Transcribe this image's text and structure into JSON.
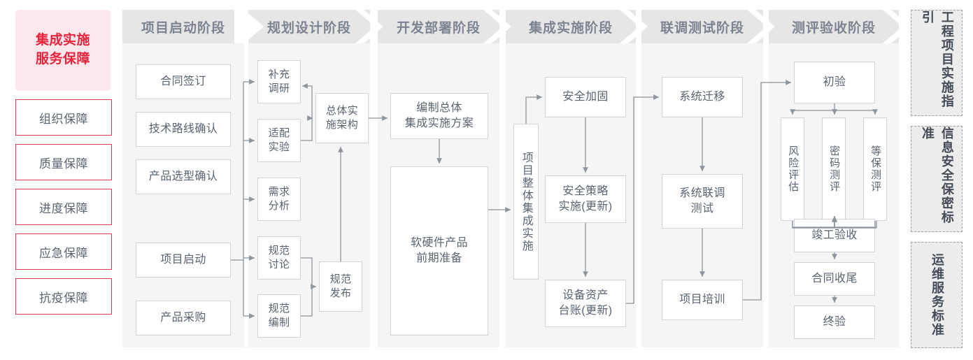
{
  "left_panel": {
    "title": "集成实施\n服务保障",
    "title_line1": "集成实施",
    "title_line2": "服务保障",
    "items": [
      {
        "label": "组织保障"
      },
      {
        "label": "质量保障"
      },
      {
        "label": "进度保障"
      },
      {
        "label": "应急保障"
      },
      {
        "label": "抗疫保障"
      }
    ],
    "accent_color": "#e8243c",
    "bg_color": "#fce8ec",
    "border_color": "#de3c52"
  },
  "phases": [
    {
      "id": "phase-1",
      "label": "项目启动阶段",
      "nodes": [
        {
          "id": "p1-n1",
          "label": "合同签订"
        },
        {
          "id": "p1-n2",
          "label": "技术路线确认"
        },
        {
          "id": "p1-n3",
          "label": "产品选型确认"
        },
        {
          "id": "p1-n4",
          "label": "项目启动"
        },
        {
          "id": "p1-n5",
          "label": "产品采购"
        }
      ]
    },
    {
      "id": "phase-2",
      "label": "规划设计阶段",
      "nodes": [
        {
          "id": "p2-n1",
          "label_line1": "补充",
          "label_line2": "调研"
        },
        {
          "id": "p2-n2",
          "label_line1": "适配",
          "label_line2": "实验"
        },
        {
          "id": "p2-n3",
          "label_line1": "需求",
          "label_line2": "分析"
        },
        {
          "id": "p2-n4",
          "label_line1": "规范",
          "label_line2": "讨论"
        },
        {
          "id": "p2-n5",
          "label_line1": "规范",
          "label_line2": "编制"
        },
        {
          "id": "p2-n6",
          "label_line1": "规范",
          "label_line2": "发布"
        },
        {
          "id": "p2-n7",
          "label_line1": "总体实",
          "label_line2": "施架构"
        }
      ]
    },
    {
      "id": "phase-3",
      "label": "开发部署阶段",
      "nodes": [
        {
          "id": "p3-n1",
          "label_line1": "编制总体",
          "label_line2": "集成实施方案"
        },
        {
          "id": "p3-n2",
          "label_line1": "软硬件产品",
          "label_line2": "前期准备"
        }
      ]
    },
    {
      "id": "phase-4",
      "label": "集成实施阶段",
      "nodes": [
        {
          "id": "p4-n0",
          "label": "项目整体集成实施"
        },
        {
          "id": "p4-n1",
          "label": "安全加固"
        },
        {
          "id": "p4-n2",
          "label_line1": "安全策略",
          "label_line2": "实施(更新)"
        },
        {
          "id": "p4-n3",
          "label_line1": "设备资产",
          "label_line2": "台账(更新)"
        }
      ]
    },
    {
      "id": "phase-5",
      "label": "联调测试阶段",
      "nodes": [
        {
          "id": "p5-n1",
          "label": "系统迁移"
        },
        {
          "id": "p5-n2",
          "label_line1": "系统联调",
          "label_line2": "测试"
        },
        {
          "id": "p5-n3",
          "label": "项目培训"
        }
      ]
    },
    {
      "id": "phase-6",
      "label": "测评验收阶段",
      "nodes": [
        {
          "id": "p6-n1",
          "label": "初验"
        },
        {
          "id": "p6-n2",
          "label": "风险评估"
        },
        {
          "id": "p6-n3",
          "label": "密码测评"
        },
        {
          "id": "p6-n4",
          "label": "等保测评"
        },
        {
          "id": "p6-n5",
          "label": "竣工验收"
        },
        {
          "id": "p6-n6",
          "label": "合同收尾"
        },
        {
          "id": "p6-n7",
          "label": "终验"
        }
      ]
    }
  ],
  "guidelines": [
    {
      "id": "guide-1",
      "label": "工程项目实施指引"
    },
    {
      "id": "guide-2",
      "label": "信息安全保密标准"
    },
    {
      "id": "guide-3",
      "label": "运维服务标准"
    }
  ],
  "colors": {
    "phase_header_bg": "#e6e6e6",
    "phase_header_text": "#7b8490",
    "phase_body_bg": "#f5f5f5",
    "node_border": "#d0d4d8",
    "node_text": "#5a6470",
    "wire": "#8d949c",
    "guide_bg": "#ececec",
    "guide_border": "#9aa0a6",
    "guide_text": "#444c56"
  }
}
